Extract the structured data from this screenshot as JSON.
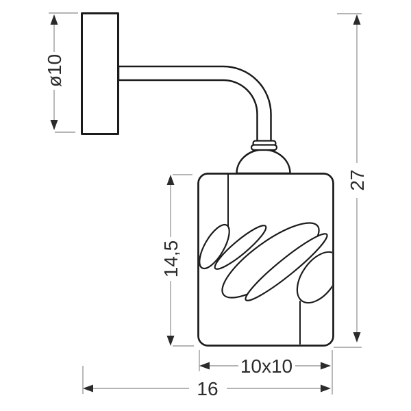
{
  "drawing": {
    "dimensions": {
      "plate_diameter": {
        "label": "ø10"
      },
      "overall_height": {
        "label": "27"
      },
      "shade_height": {
        "label": "14,5"
      },
      "shade_footprint": {
        "label": "10x10"
      },
      "overall_depth": {
        "label": "16"
      }
    },
    "colors": {
      "outline": "#1b1b1b",
      "dimension_line": "#9c9c9c",
      "dimension_text": "#2b2b2b",
      "background": "#ffffff"
    }
  }
}
